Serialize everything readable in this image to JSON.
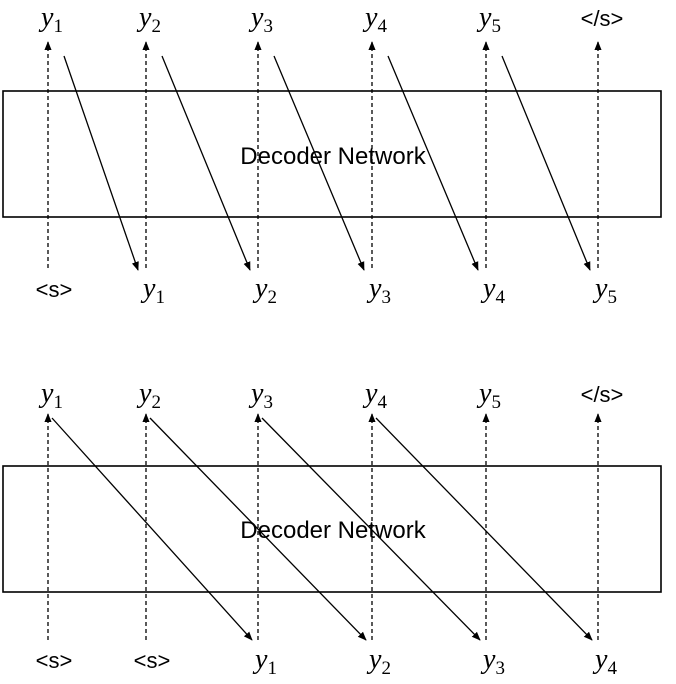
{
  "diagrams": [
    {
      "box_title": "Decoder Network",
      "top_labels": [
        {
          "base": "y",
          "sub": "1"
        },
        {
          "base": "y",
          "sub": "2"
        },
        {
          "base": "y",
          "sub": "3"
        },
        {
          "base": "y",
          "sub": "4"
        },
        {
          "base": "y",
          "sub": "5"
        },
        {
          "tag": "</s>"
        }
      ],
      "bottom_labels": [
        {
          "tag": "<s>"
        },
        {
          "base": "y",
          "sub": "1"
        },
        {
          "base": "y",
          "sub": "2"
        },
        {
          "base": "y",
          "sub": "3"
        },
        {
          "base": "y",
          "sub": "4"
        },
        {
          "base": "y",
          "sub": "5"
        }
      ]
    },
    {
      "box_title": "Decoder Network",
      "top_labels": [
        {
          "base": "y",
          "sub": "1"
        },
        {
          "base": "y",
          "sub": "2"
        },
        {
          "base": "y",
          "sub": "3"
        },
        {
          "base": "y",
          "sub": "4"
        },
        {
          "base": "y",
          "sub": "5"
        },
        {
          "tag": "</s>"
        }
      ],
      "bottom_labels": [
        {
          "tag": "<s>"
        },
        {
          "tag": "<s>"
        },
        {
          "base": "y",
          "sub": "1"
        },
        {
          "base": "y",
          "sub": "2"
        },
        {
          "base": "y",
          "sub": "3"
        },
        {
          "base": "y",
          "sub": "4"
        }
      ]
    }
  ]
}
